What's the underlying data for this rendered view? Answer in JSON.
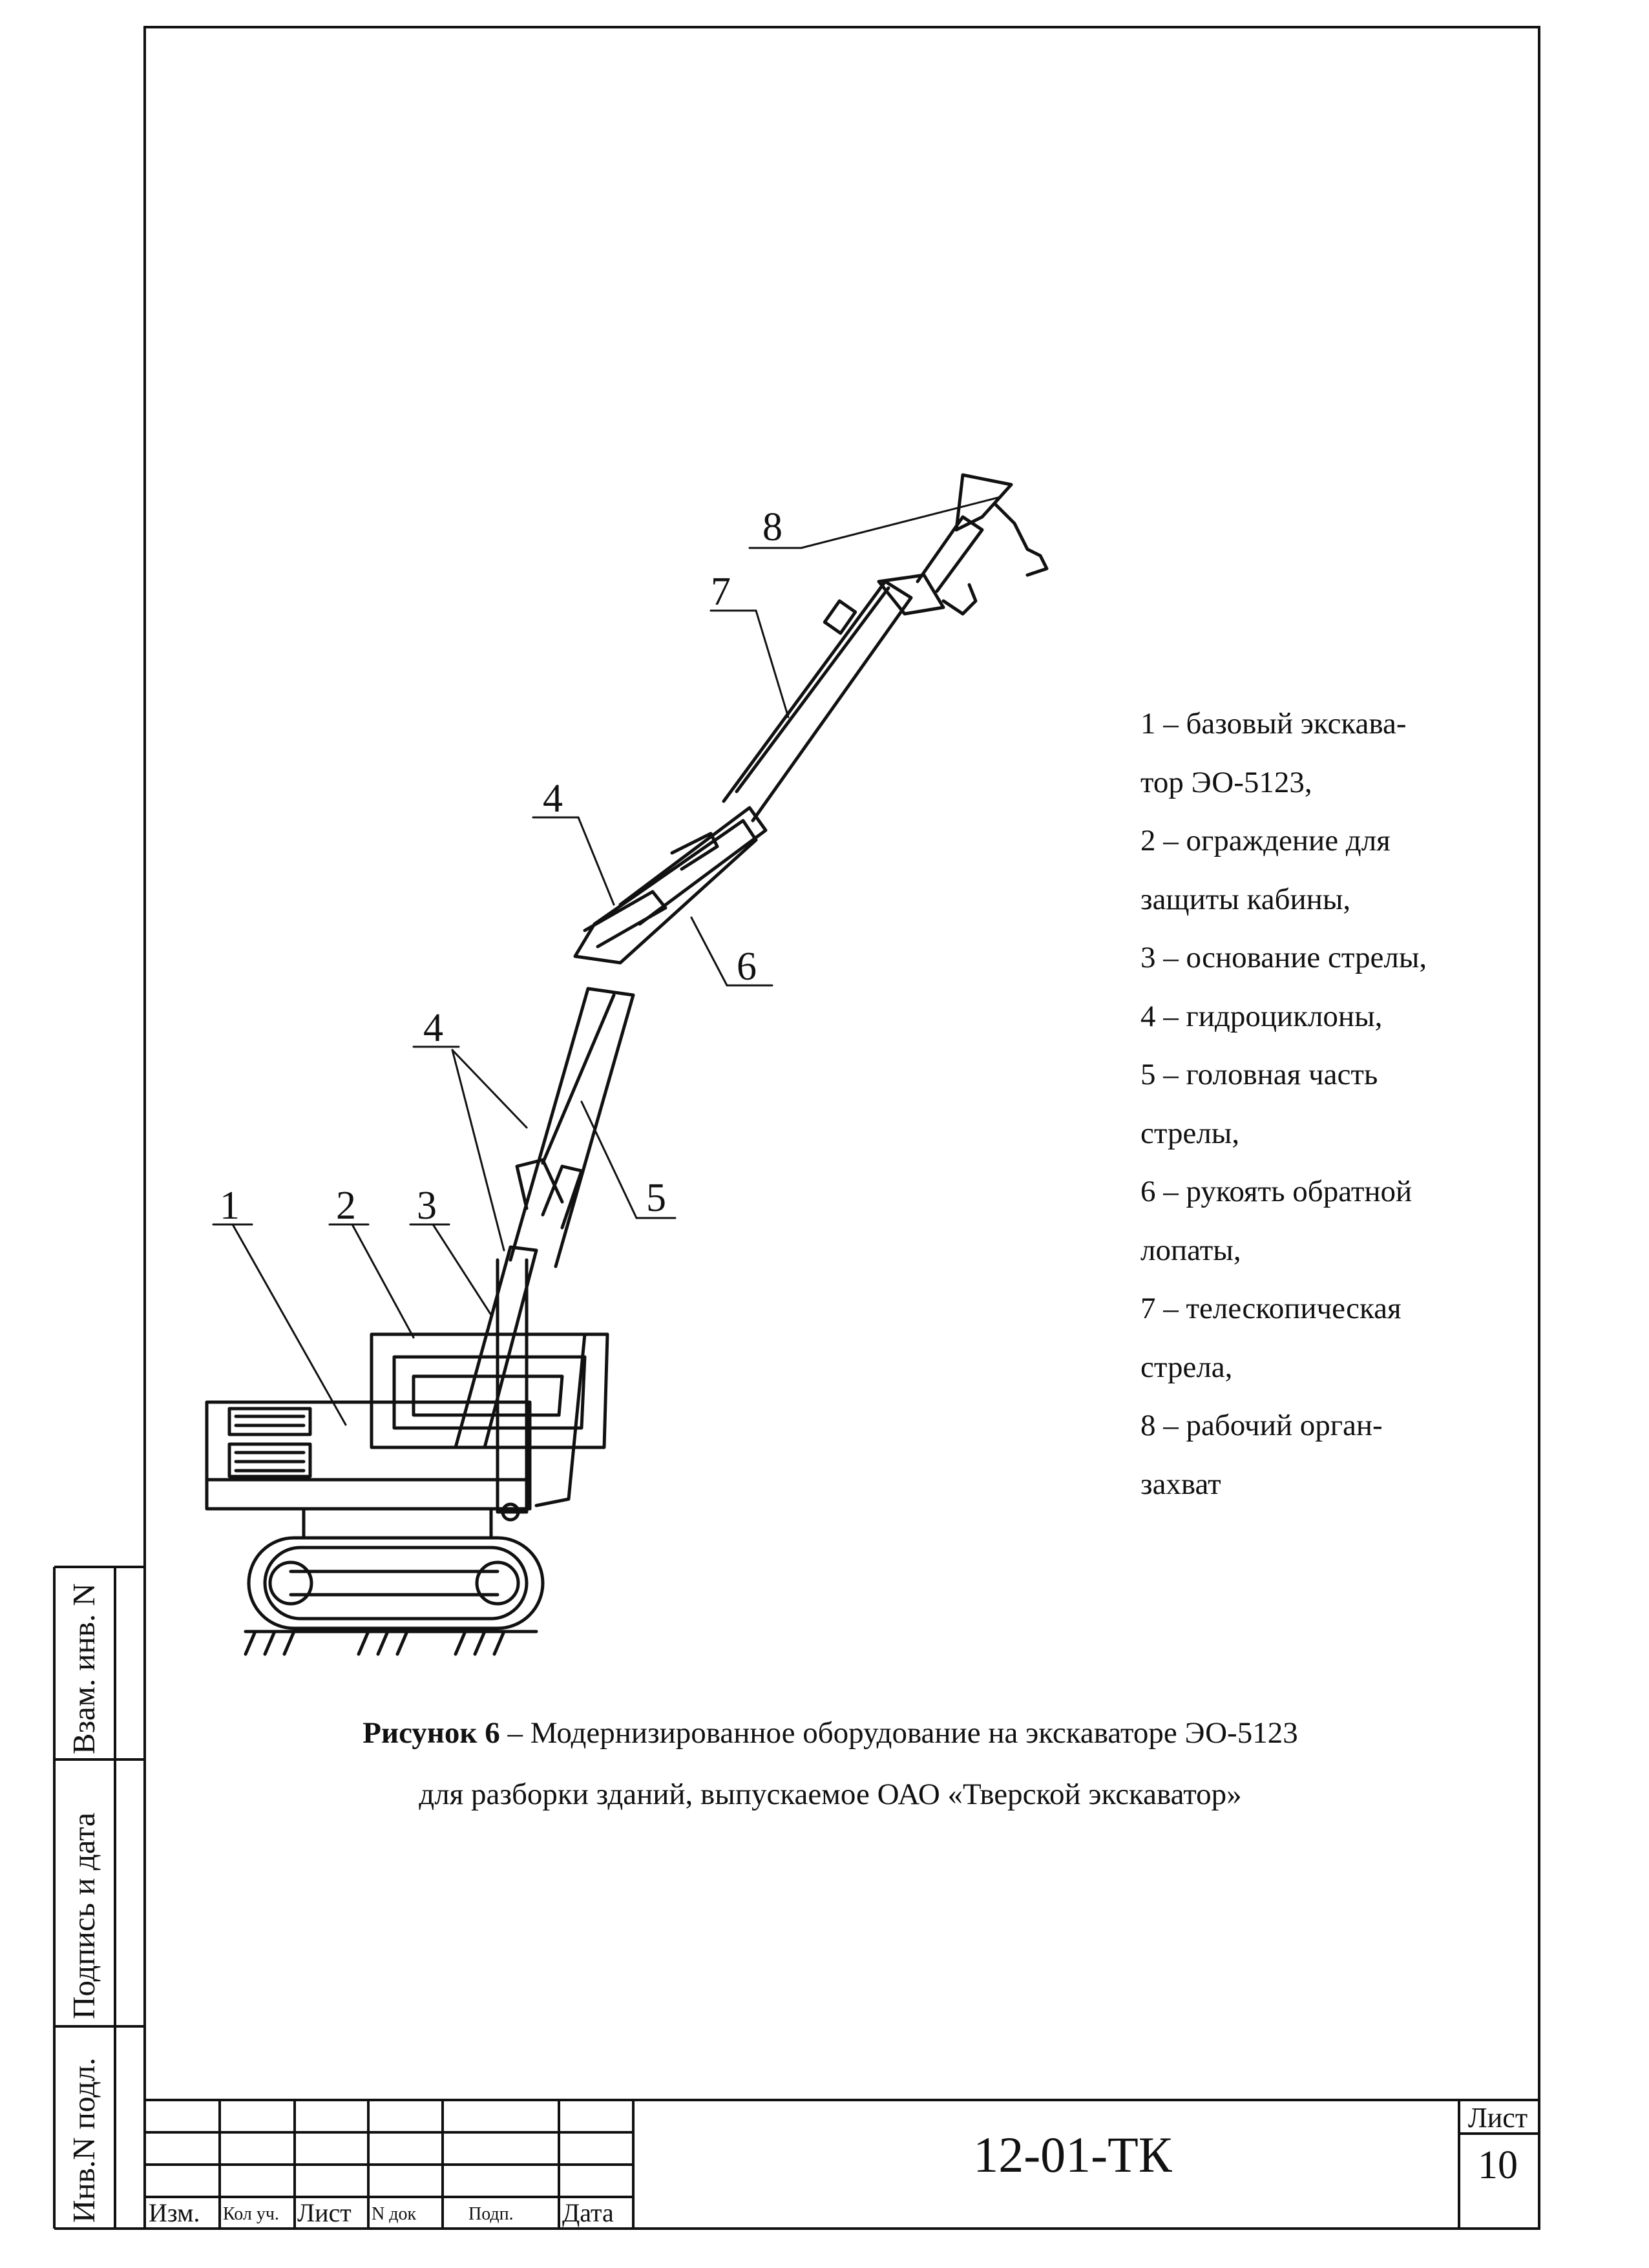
{
  "figure": {
    "callouts": [
      "1",
      "2",
      "3",
      "4",
      "4",
      "5",
      "6",
      "7",
      "8"
    ]
  },
  "legend": {
    "lines": [
      "1 – базовый экскава-",
      "тор ЭО-5123,",
      "2 – ограждение для",
      "защиты кабины,",
      "3 – основание стрелы,",
      "4 – гидроциклоны,",
      "5 – головная часть",
      "стрелы,",
      "6 – рукоять обратной",
      "лопаты,",
      "7 – телескопическая",
      "стрела,",
      "8 – рабочий орган-",
      "захват"
    ]
  },
  "caption": {
    "label": "Рисунок 6",
    "line1_rest": " – Модернизированное оборудование на экскаваторе ЭО-5123",
    "line2": "для разборки зданий, выпускаемое ОАО «Тверской экскаватор»"
  },
  "side_stamp": {
    "inv_podl": "Инв.N подл.",
    "signature_date": "Подпись и дата",
    "vzam_inv": "Взам. инв. N"
  },
  "title_block": {
    "izm": "Изм.",
    "kol_uch": "Кол уч.",
    "list": "Лист",
    "n_dok": "N док",
    "podp": "Подп.",
    "data": "Дата",
    "doc_code": "12-01-ТК",
    "sheet_label": "Лист",
    "sheet_number": "10"
  }
}
